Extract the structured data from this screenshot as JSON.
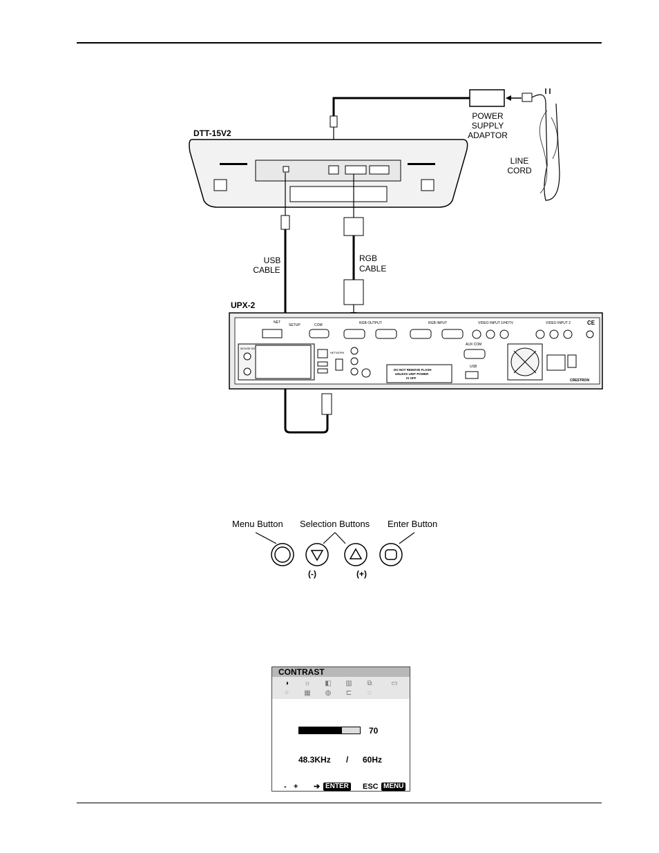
{
  "wiring": {
    "power_supply_label": [
      "POWER",
      "SUPPLY",
      "ADAPTOR"
    ],
    "line_cord_label": [
      "LINE",
      "CORD"
    ],
    "display_model": "DTT-15V2",
    "usb_cable_label": [
      "USB",
      "CABLE"
    ],
    "rgb_cable_label": [
      "RGB",
      "CABLE"
    ],
    "processor_model": "UPX-2",
    "panel": {
      "net": "NET",
      "setup": "SETUP",
      "com": "COM",
      "rgb_output": "RGB OUTPUT",
      "rgb_input": "RGB INPUT",
      "video_input_1": "VIDEO INPUT 1/HDTV",
      "video_input_2": "VIDEO INPUT 2",
      "aux_com": "AUX COM",
      "usb": "USB",
      "network": "NETWORK",
      "mouse_keyboard": "MOUSE KEYBOARD",
      "notice": [
        "DO NOT REMOVE FLASH",
        "UNLESS UNIT POWER",
        "IS OFF"
      ],
      "brand": "CRESTRON",
      "ce": "CE"
    }
  },
  "buttons": {
    "menu_label": "Menu Button",
    "selection_label": "Selection Buttons",
    "enter_label": "Enter Button",
    "minus_label": "(-)",
    "plus_label": "(+)"
  },
  "osd": {
    "title": "CONTRAST",
    "contrast_value": "70",
    "contrast_level": 0.7,
    "h_freq": "48.3KHz",
    "separator": "/",
    "v_freq": "60Hz",
    "footer_minus": "-",
    "footer_plus": "+",
    "footer_enter": "ENTER",
    "footer_esc": "ESC",
    "footer_menu": "MENU"
  }
}
